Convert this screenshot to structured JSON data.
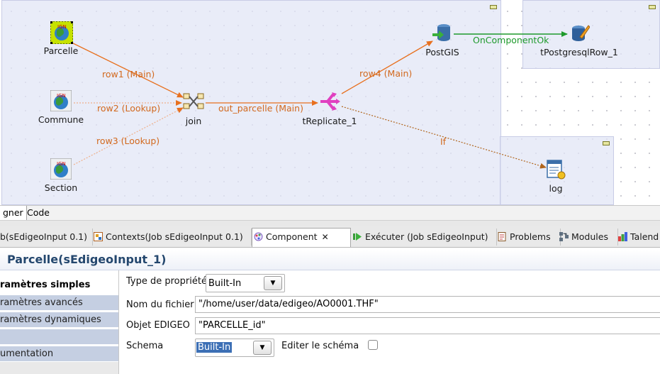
{
  "designer": {
    "components": {
      "parcelle": "Parcelle",
      "commune": "Commune",
      "section": "Section",
      "join": "join",
      "treplicate": "tReplicate_1",
      "postgis": "PostGIS",
      "tpostgresqlrow": "tPostgresqlRow_1",
      "log": "log"
    },
    "links": {
      "row1": "row1 (Main)",
      "row2": "row2 (Lookup)",
      "row3": "row3 (Lookup)",
      "out_parcelle": "out_parcelle (Main)",
      "row4": "row4 (Main)",
      "on_component_ok": "OnComponentOk",
      "if": "If"
    },
    "tabs": [
      "gner",
      "Code"
    ]
  },
  "view_tabs": [
    {
      "label": "b(sEdigeoInput 0.1)",
      "icon": "job-icon"
    },
    {
      "label": "Contexts(Job sEdigeoInput 0.1)",
      "icon": "contexts-icon"
    },
    {
      "label": "Component",
      "icon": "component-icon",
      "active": true
    },
    {
      "label": "Exécuter (Job sEdigeoInput)",
      "icon": "run-icon"
    },
    {
      "label": "Problems",
      "icon": "problems-icon"
    },
    {
      "label": "Modules",
      "icon": "modules-icon"
    },
    {
      "label": "Talend",
      "icon": "talend-icon"
    }
  ],
  "component_panel": {
    "title": "Parcelle(sEdigeoInput_1)",
    "nav": [
      "ramètres simples",
      "ramètres avancés",
      "ramètres dynamiques",
      "",
      "umentation"
    ],
    "fields": {
      "property_type_label": "Type de propriété",
      "property_type_value": "Built-In",
      "filename_label": "Nom du fichier",
      "filename_value": "\"/home/user/data/edigeo/AO0001.THF\"",
      "edigeo_object_label": "Objet EDIGEO",
      "edigeo_object_value": "\"PARCELLE_id\"",
      "schema_label": "Schema",
      "schema_value": "Built-In",
      "edit_schema_label": "Editer le schéma"
    }
  },
  "colors": {
    "main_link": "#e8701e",
    "ok_link": "#1e9a2c",
    "subjob_bg": "#e2e5f6",
    "title_color": "#24476e"
  }
}
